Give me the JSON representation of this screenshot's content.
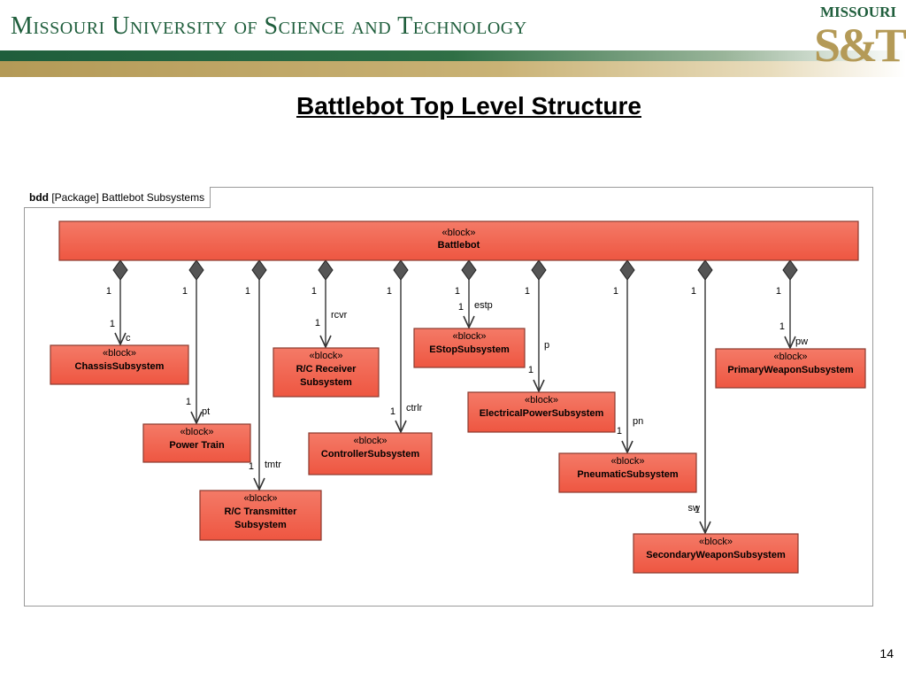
{
  "header": {
    "university": "Missouri University of Science and Technology",
    "logo_top": "MISSOURI",
    "logo_mark": "S&T"
  },
  "slide": {
    "title": "Battlebot Top Level Structure",
    "page_number": "14"
  },
  "diagram": {
    "frame_keyword": "bdd",
    "frame_label": "[Package] Battlebot Subsystems",
    "stereotype": "«block»",
    "root": {
      "name": "Battlebot"
    },
    "blocks": [
      {
        "id": "chassis",
        "lines": [
          "ChassisSubsystem"
        ]
      },
      {
        "id": "powertrain",
        "lines": [
          "Power Train"
        ]
      },
      {
        "id": "rctx",
        "lines": [
          "R/C Transmitter",
          "Subsystem"
        ]
      },
      {
        "id": "rcrx",
        "lines": [
          "R/C Receiver",
          "Subsystem"
        ]
      },
      {
        "id": "controller",
        "lines": [
          "ControllerSubsystem"
        ]
      },
      {
        "id": "estop",
        "lines": [
          "EStopSubsystem"
        ]
      },
      {
        "id": "electrical",
        "lines": [
          "ElectricalPowerSubsystem"
        ]
      },
      {
        "id": "pneumatic",
        "lines": [
          "PneumaticSubsystem"
        ]
      },
      {
        "id": "secondary",
        "lines": [
          "SecondaryWeaponSubsystem"
        ]
      },
      {
        "id": "primary",
        "lines": [
          "PrimaryWeaponSubsystem"
        ]
      }
    ],
    "associations": [
      {
        "target": "chassis",
        "source_mult": "1",
        "target_mult": "1",
        "role": "c"
      },
      {
        "target": "powertrain",
        "source_mult": "1",
        "target_mult": "1",
        "role": "pt"
      },
      {
        "target": "rctx",
        "source_mult": "1",
        "target_mult": "1",
        "role": "tmtr"
      },
      {
        "target": "rcrx",
        "source_mult": "1",
        "target_mult": "1",
        "role": "rcvr"
      },
      {
        "target": "controller",
        "source_mult": "1",
        "target_mult": "1",
        "role": "ctrlr"
      },
      {
        "target": "estop",
        "source_mult": "1",
        "target_mult": "1",
        "role": "estp"
      },
      {
        "target": "electrical",
        "source_mult": "1",
        "target_mult": "1",
        "role": "p"
      },
      {
        "target": "pneumatic",
        "source_mult": "1",
        "target_mult": "1",
        "role": "pn"
      },
      {
        "target": "secondary",
        "source_mult": "1",
        "target_mult": "1",
        "role": "sw"
      },
      {
        "target": "primary",
        "source_mult": "1",
        "target_mult": "1",
        "role": "pw"
      }
    ]
  },
  "colors": {
    "block_fill": "#f2634f",
    "block_stroke": "#8a3a2e",
    "line": "#333333"
  }
}
